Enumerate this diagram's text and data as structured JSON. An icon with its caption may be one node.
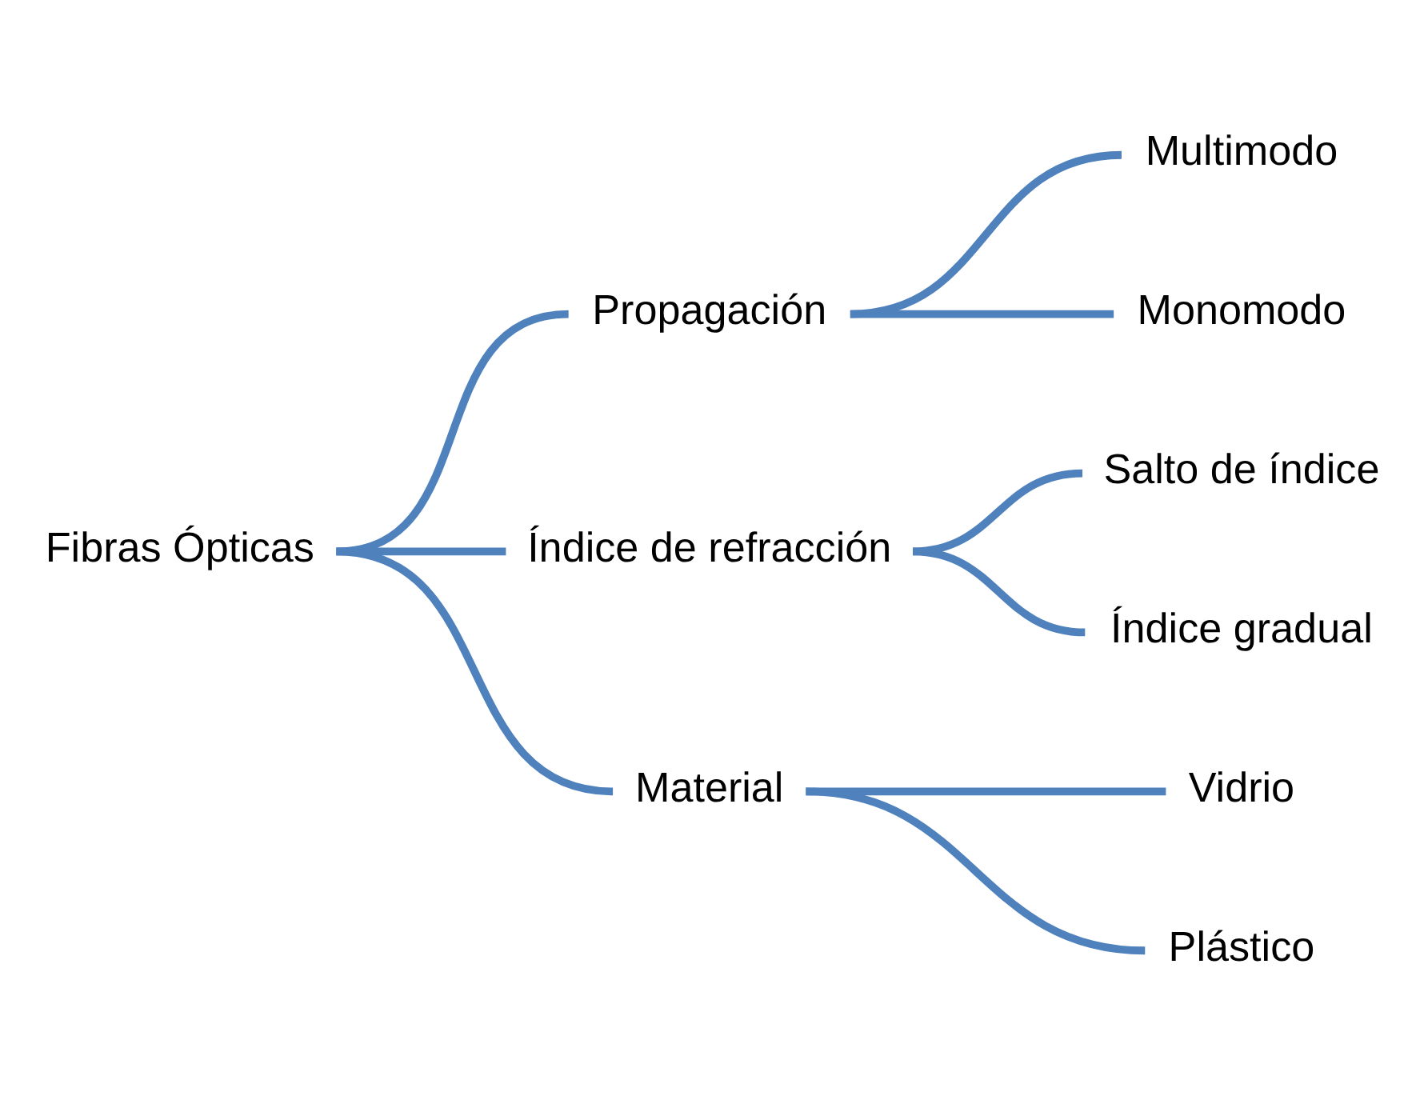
{
  "diagram": {
    "nodes": [
      {
        "text": [
          "Fibras Ópticas"
        ]
      },
      {
        "text": [
          "Propagación"
        ]
      },
      {
        "text": [
          "Multimodo"
        ]
      },
      {
        "text": [
          "Monomodo"
        ]
      },
      {
        "text": [
          "Índice de refracción"
        ]
      },
      {
        "text": [
          "Salto de índice"
        ]
      },
      {
        "text": [
          "Índice gradual"
        ]
      },
      {
        "text": [
          "Material"
        ]
      },
      {
        "text": [
          "Vidrio"
        ]
      },
      {
        "text": [
          "Plástico"
        ]
      }
    ],
    "edges": [
      {
        "from": 0,
        "to": 1,
        "arrow": "none"
      },
      {
        "from": 0,
        "to": 4,
        "arrow": "none"
      },
      {
        "from": 0,
        "to": 7,
        "arrow": "none"
      },
      {
        "from": 1,
        "to": 2,
        "arrow": "none"
      },
      {
        "from": 1,
        "to": 3,
        "arrow": "none"
      },
      {
        "from": 4,
        "to": 5,
        "arrow": "none"
      },
      {
        "from": 4,
        "to": 6,
        "arrow": "none"
      },
      {
        "from": 7,
        "to": 8,
        "arrow": "none"
      },
      {
        "from": 7,
        "to": 9,
        "arrow": "none"
      }
    ]
  }
}
